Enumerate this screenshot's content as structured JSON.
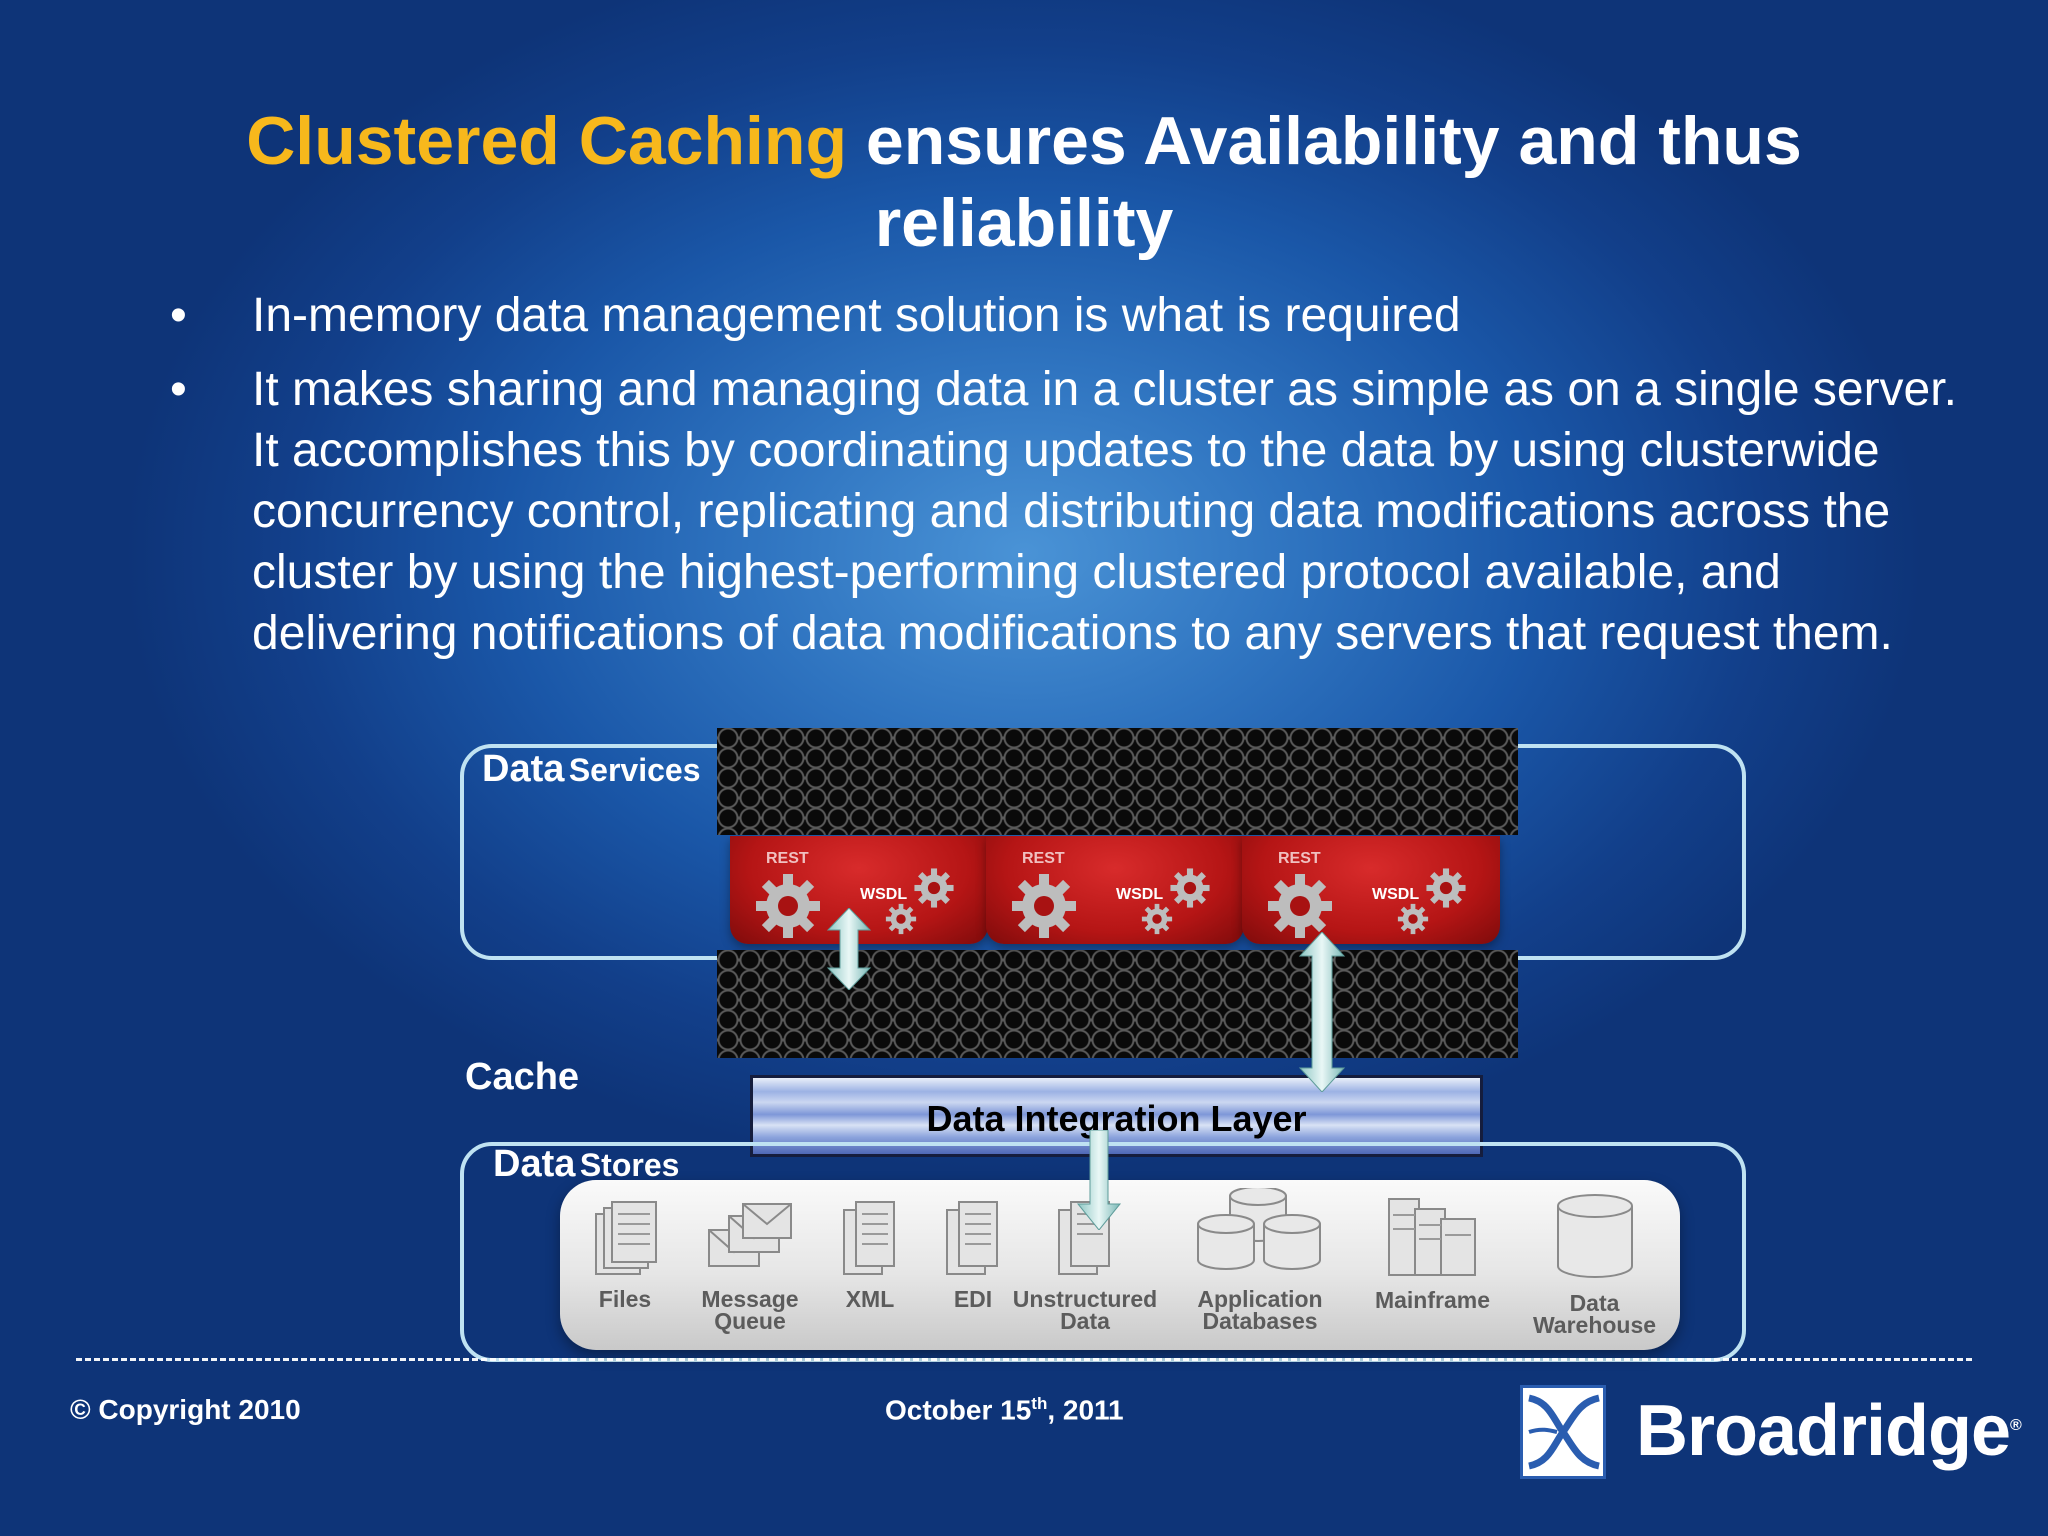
{
  "title": {
    "accent": "Clustered Caching",
    "rest": "ensures Availability and thus",
    "line2": "reliability"
  },
  "bullets": [
    {
      "marker": "•",
      "text": "In-memory data management solution is what is required"
    },
    {
      "marker": "•",
      "text": "It makes sharing and managing data in a cluster as simple as on a single server. It accomplishes this by coordinating updates to the data by using clusterwide concurrency control, replicating and distributing data modifications across the cluster by using the highest-performing clustered protocol available, and delivering notifications of data modifications to any servers that request them."
    }
  ],
  "diagram": {
    "data_services_label": {
      "big": "Data",
      "small": "Services"
    },
    "cache_label": "Cache",
    "data_stores_label": {
      "big": "Data",
      "small": "Stores"
    },
    "integration_layer_label": "Data Integration Layer",
    "service_blocks": [
      {
        "rest": "REST",
        "wsdl": "WSDL"
      },
      {
        "rest": "REST",
        "wsdl": "WSDL"
      },
      {
        "rest": "REST",
        "wsdl": "WSDL"
      }
    ],
    "stores": [
      {
        "line1": "Files",
        "line2": ""
      },
      {
        "line1": "Message",
        "line2": "Queue"
      },
      {
        "line1": "XML",
        "line2": ""
      },
      {
        "line1": "EDI",
        "line2": ""
      },
      {
        "line1": "Unstructured",
        "line2": "Data"
      },
      {
        "line1": "Application",
        "line2": "Databases"
      },
      {
        "line1": "Mainframe",
        "line2": ""
      },
      {
        "line1": "Data",
        "line2": "Warehouse"
      }
    ],
    "colors": {
      "service_red": "#c41a1a",
      "box_border": "#bfe2f2",
      "accent": "#f7b81c"
    }
  },
  "footer": {
    "copyright": "© Copyright 2010",
    "date_main": "October 15",
    "date_sup": "th",
    "date_year": ", 2011",
    "logo_text": "Broadridge",
    "logo_mark": "®"
  }
}
